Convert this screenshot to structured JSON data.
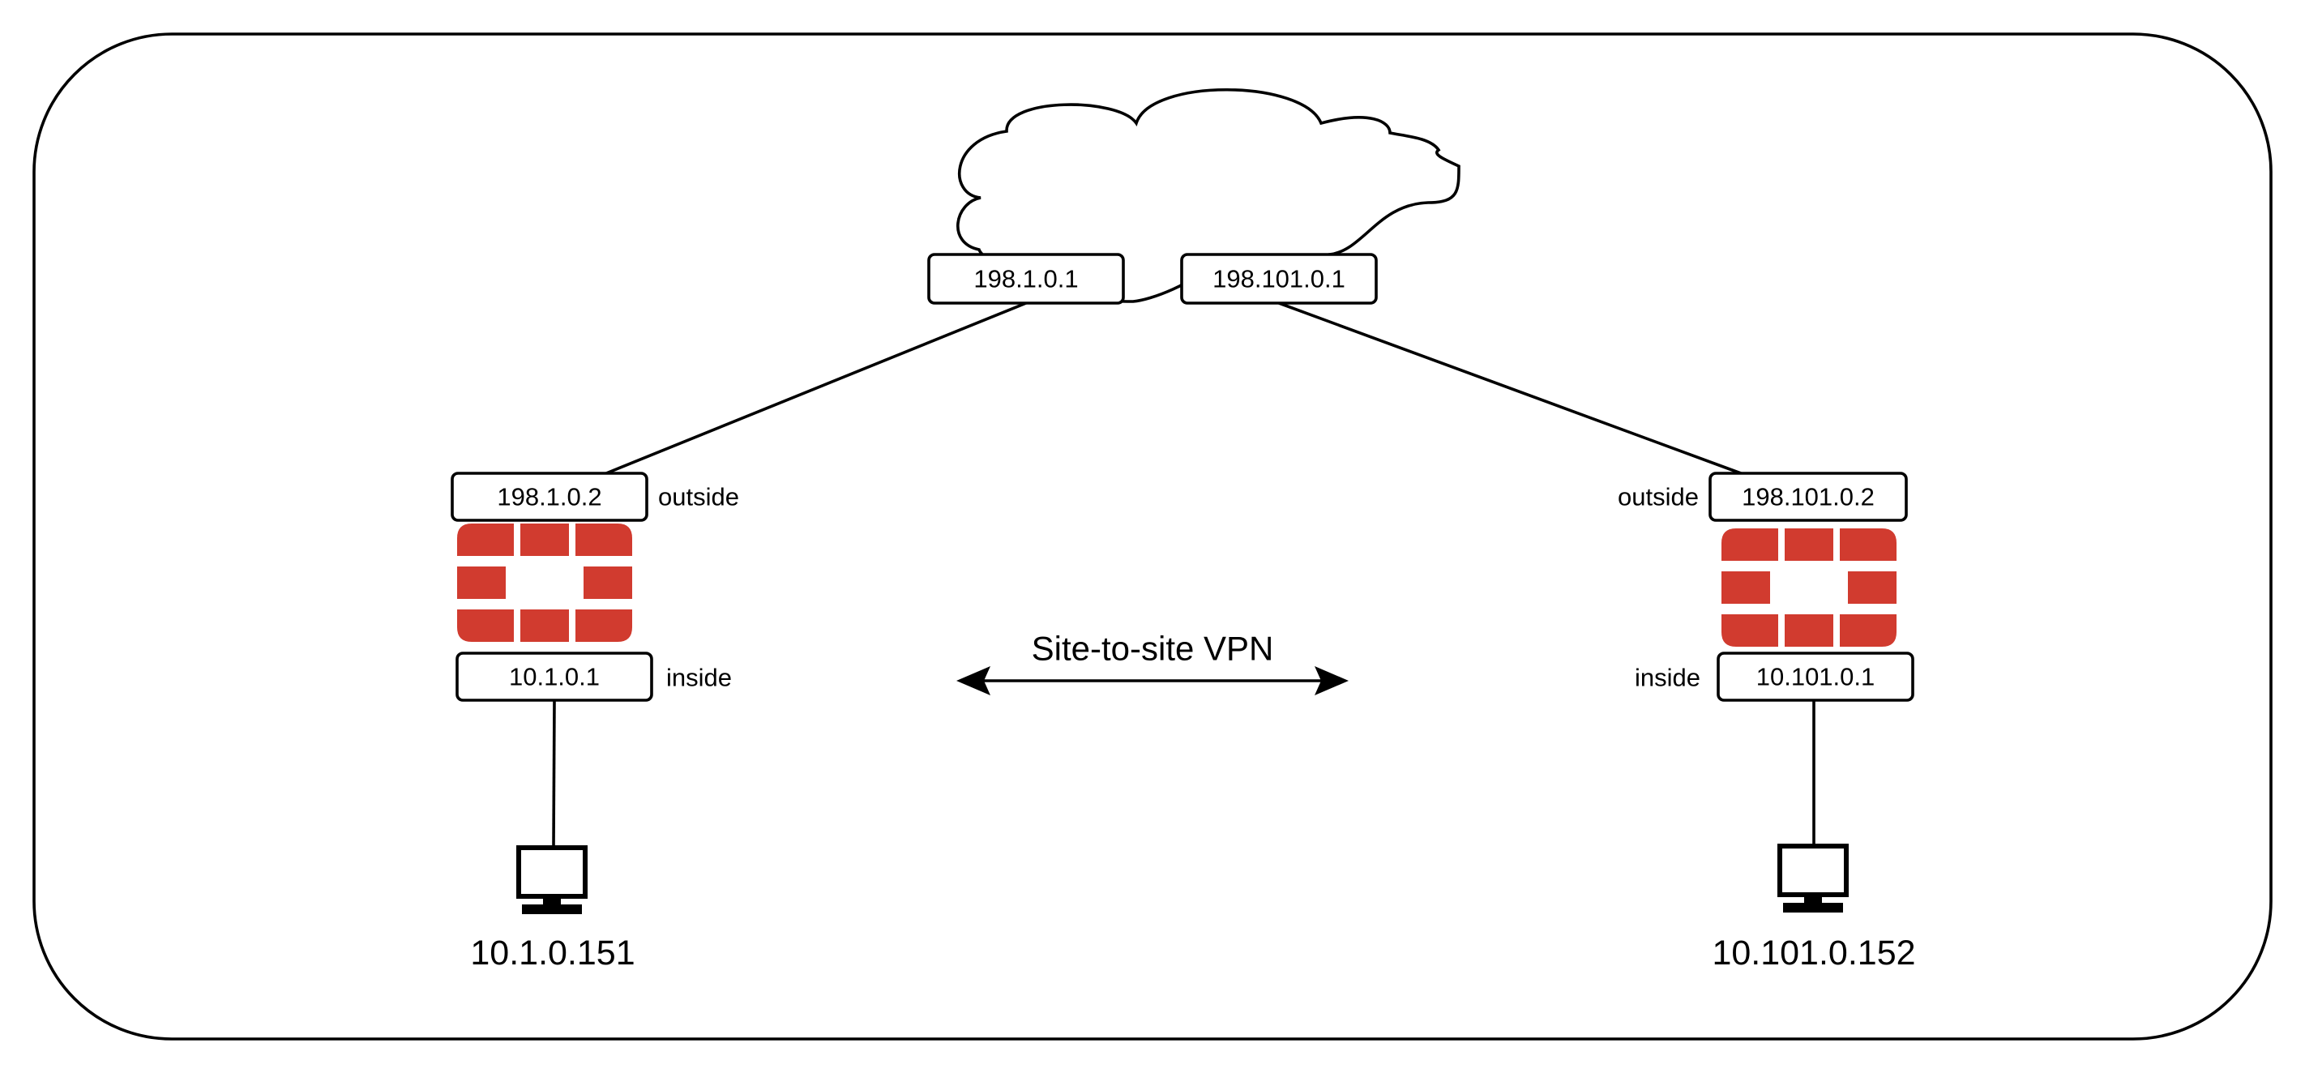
{
  "cloud": {
    "left_interface": "198.1.0.1",
    "right_interface": "198.101.0.1"
  },
  "site_a": {
    "outside_ip": "198.1.0.2",
    "outside_label": "outside",
    "inside_ip": "10.1.0.1",
    "inside_label": "inside",
    "host_ip": "10.1.0.151",
    "firewall_icon": "fortinet-firewall-icon",
    "host_icon": "computer-icon"
  },
  "site_b": {
    "outside_ip": "198.101.0.2",
    "outside_label": "outside",
    "inside_ip": "10.101.0.1",
    "inside_label": "inside",
    "host_ip": "10.101.0.152",
    "firewall_icon": "fortinet-firewall-icon",
    "host_icon": "computer-icon"
  },
  "vpn": {
    "label": "Site-to-site VPN"
  },
  "colors": {
    "firewall": "#d13b2f",
    "stroke": "#000000",
    "background": "#ffffff"
  }
}
